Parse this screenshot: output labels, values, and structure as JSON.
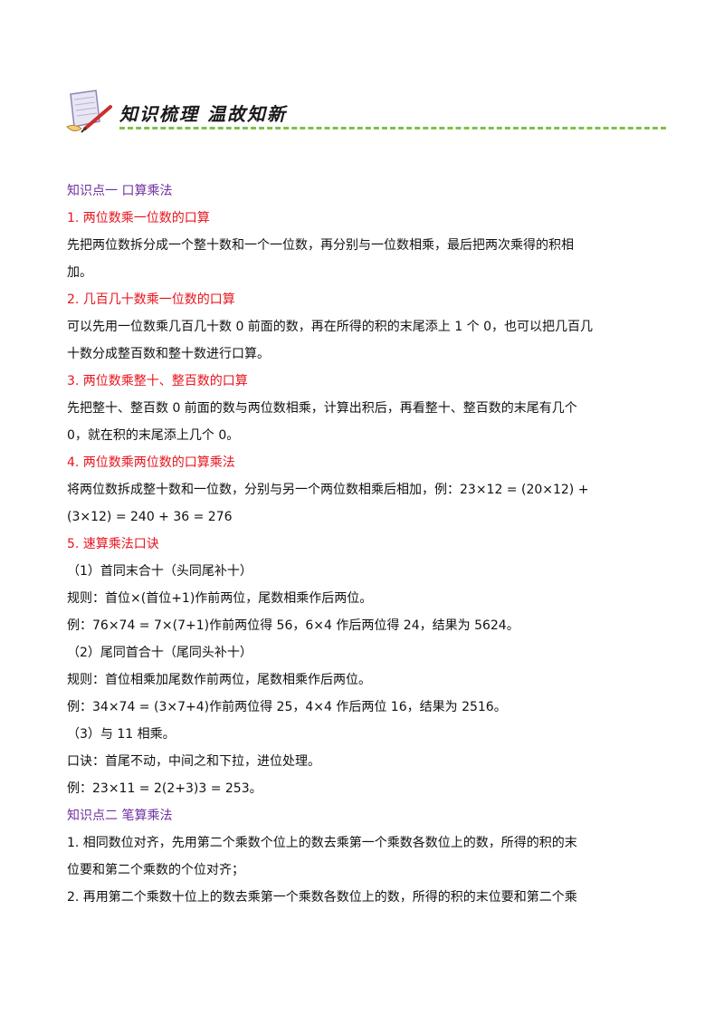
{
  "header": {
    "title": "知识梳理 温故知新",
    "logo_icon": "scroll-quill-icon"
  },
  "sections": [
    {
      "type": "h-purple",
      "text": "知识点一  口算乘法"
    },
    {
      "type": "h-red",
      "text": "1.  两位数乘一位数的口算"
    },
    {
      "type": "body",
      "text": "先把两位数拆分成一个整十数和一个一位数，再分别与一位数相乘，最后把两次乘得的积相"
    },
    {
      "type": "body",
      "text": "加。"
    },
    {
      "type": "h-red",
      "text": "2.  几百几十数乘一位数的口算"
    },
    {
      "type": "body",
      "text": "可以先用一位数乘几百几十数 0 前面的数，再在所得的积的末尾添上 1 个 0，也可以把几百几"
    },
    {
      "type": "body",
      "text": "十数分成整百数和整十数进行口算。"
    },
    {
      "type": "h-red",
      "text": "3.  两位数乘整十、整百数的口算"
    },
    {
      "type": "body",
      "text": "先把整十、整百数 0 前面的数与两位数相乘，计算出积后，再看整十、整百数的末尾有几个"
    },
    {
      "type": "body",
      "text": "0，就在积的末尾添上几个 0。"
    },
    {
      "type": "h-red",
      "text": "4.  两位数乘两位数的口算乘法"
    },
    {
      "type": "body",
      "text": "将两位数拆成整十数和一位数，分别与另一个两位数相乘后相加，例：23×12 = (20×12) +"
    },
    {
      "type": "body",
      "text": "(3×12) = 240 + 36 = 276"
    },
    {
      "type": "h-red",
      "text": "5.  速算乘法口诀"
    },
    {
      "type": "body",
      "text": "（1）首同末合十（头同尾补十）"
    },
    {
      "type": "body",
      "text": "规则：首位×(首位+1)作前两位，尾数相乘作后两位。"
    },
    {
      "type": "body",
      "text": "例：76×74 = 7×(7+1)作前两位得 56，6×4 作后两位得 24，结果为 5624。"
    },
    {
      "type": "body",
      "text": "（2）尾同首合十（尾同头补十）"
    },
    {
      "type": "body",
      "text": "规则：首位相乘加尾数作前两位，尾数相乘作后两位。"
    },
    {
      "type": "body",
      "text": "例：34×74 = (3×7+4)作前两位得 25，4×4 作后两位 16，结果为 2516。"
    },
    {
      "type": "body",
      "text": "（3）与 11 相乘。"
    },
    {
      "type": "body",
      "text": "口诀：首尾不动，中间之和下拉，进位处理。"
    },
    {
      "type": "body",
      "text": "例：23×11 = 2(2+3)3 = 253。"
    },
    {
      "type": "h-purple",
      "text": "知识点二  笔算乘法"
    },
    {
      "type": "body",
      "text": "1.  相同数位对齐，先用第二个乘数个位上的数去乘第一个乘数各数位上的数，所得的积的末"
    },
    {
      "type": "body",
      "text": "位要和第二个乘数的个位对齐；"
    },
    {
      "type": "body",
      "text": "2.  再用第二个乘数十位上的数去乘第一个乘数各数位上的数，所得的积的末位要和第二个乘"
    }
  ]
}
